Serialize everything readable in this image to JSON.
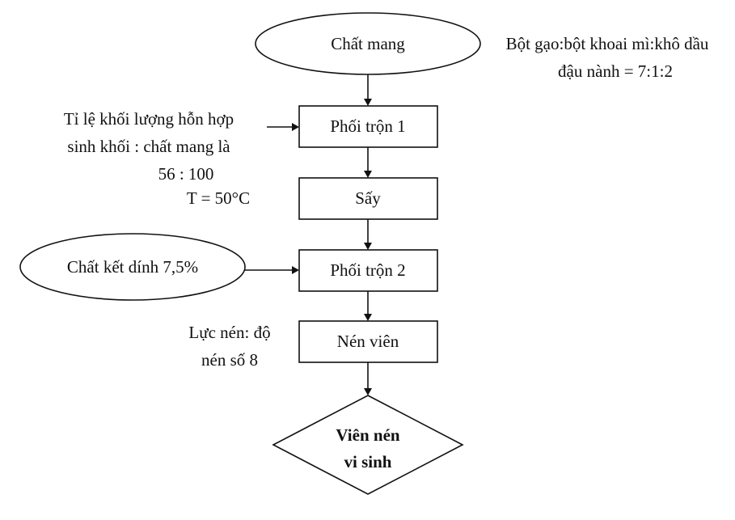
{
  "nodes": {
    "carrier": "Chất mang",
    "mix1": "Phối trộn 1",
    "dry": "Sấy",
    "binder": "Chất kết dính 7,5%",
    "mix2": "Phối trộn 2",
    "press": "Nén viên",
    "product_line1": "Viên nén",
    "product_line2": "vi sinh"
  },
  "notes": {
    "carrier_ratio_line1": "Bột gạo:bột khoai mì:khô dầu",
    "carrier_ratio_line2": "đậu nành = 7:1:2",
    "mass_ratio_line1": "Tỉ lệ khối lượng hỗn hợp",
    "mass_ratio_line2": "sinh khối : chất mang là",
    "mass_ratio_line3": "56 : 100",
    "drying_temp": "T = 50°C",
    "press_force_line1": "Lực nén: độ",
    "press_force_line2": "nén số 8"
  },
  "colors": {
    "ink": "#111111",
    "background": "#ffffff"
  }
}
